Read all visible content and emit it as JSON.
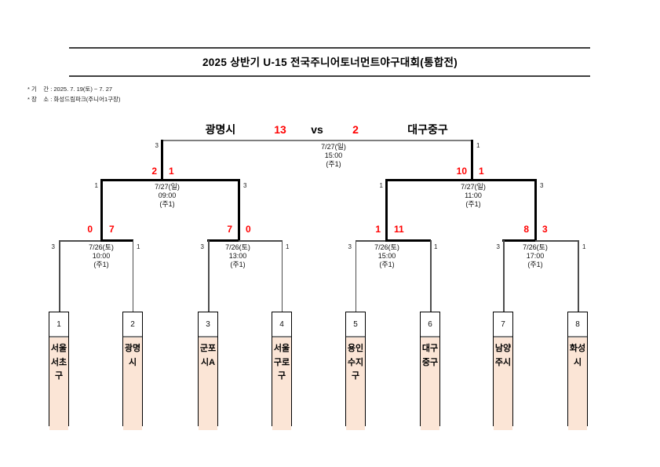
{
  "header": {
    "title": "2025 상반기 U-15 전국주니어토너먼트야구대회(통합전)",
    "period_label": "* 기    간 : 2025. 7. 19(토) ~ 7. 27",
    "venue_label": "* 장    소 : 화성드림파크(주니어1구장)"
  },
  "final": {
    "team_left": "광명시",
    "score_left": "13",
    "vs_label": "vs",
    "score_right": "2",
    "team_right": "대구중구",
    "date": "7/27(일)",
    "time": "15:00",
    "field": "(주1)",
    "dugout_left": "3",
    "dugout_right": "1"
  },
  "semifinals": [
    {
      "score_left": "2",
      "score_right": "1",
      "date": "7/27(일)",
      "time": "09:00",
      "field": "(주1)",
      "dugout_left": "1",
      "dugout_right": "3"
    },
    {
      "score_left": "10",
      "score_right": "1",
      "date": "7/27(일)",
      "time": "11:00",
      "field": "(주1)",
      "dugout_left": "1",
      "dugout_right": "3"
    }
  ],
  "quarterfinals": [
    {
      "score_left": "0",
      "score_right": "7",
      "date": "7/26(토)",
      "time": "10:00",
      "field": "(주1)",
      "dugout_left": "3",
      "dugout_right": "1"
    },
    {
      "score_left": "7",
      "score_right": "0",
      "date": "7/26(토)",
      "time": "13:00",
      "field": "(주1)",
      "dugout_left": "3",
      "dugout_right": "1"
    },
    {
      "score_left": "1",
      "score_right": "11",
      "date": "7/26(토)",
      "time": "15:00",
      "field": "(주1)",
      "dugout_left": "3",
      "dugout_right": "1"
    },
    {
      "score_left": "8",
      "score_right": "3",
      "date": "7/26(토)",
      "time": "17:00",
      "field": "(주1)",
      "dugout_left": "3",
      "dugout_right": "1"
    }
  ],
  "teams": [
    {
      "number": "1",
      "name": "서울서초구"
    },
    {
      "number": "2",
      "name": "광명시"
    },
    {
      "number": "3",
      "name": "군포시A"
    },
    {
      "number": "4",
      "name": "서울구로구"
    },
    {
      "number": "5",
      "name": "용인수지구"
    },
    {
      "number": "6",
      "name": "대구중구"
    },
    {
      "number": "7",
      "name": "남양주시"
    },
    {
      "number": "8",
      "name": "화성시"
    }
  ],
  "colors": {
    "score_red": "#ff0000",
    "team_fill": "#fbe5d6",
    "divider_gray": "#808080"
  }
}
